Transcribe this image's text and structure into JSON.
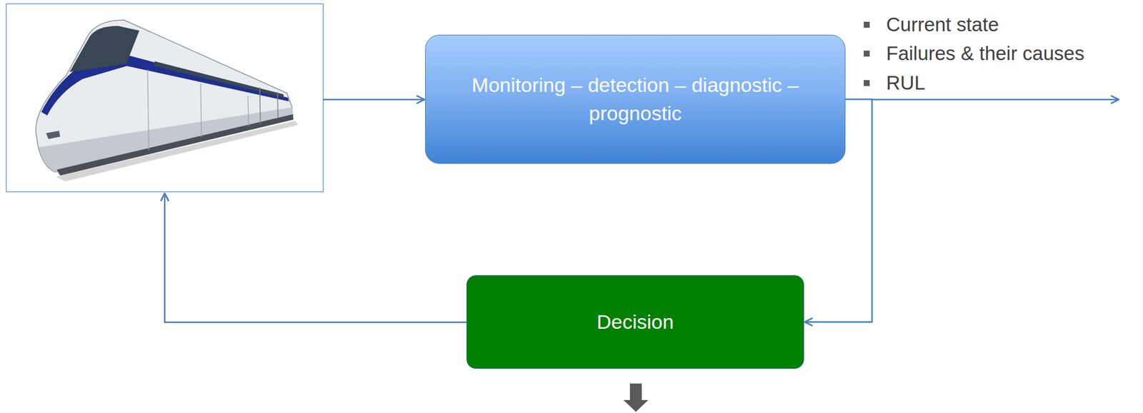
{
  "diagram": {
    "nodes": [
      {
        "text": [
          "Monitoring – detection – diagnostic – prognostic"
        ]
      },
      {
        "text": [
          "Decision"
        ]
      }
    ],
    "edges": [
      {
        "from": 0,
        "to": 1,
        "arrow": "to"
      }
    ],
    "labels": [
      "Current state",
      "Failures & their causes",
      "RUL"
    ]
  }
}
